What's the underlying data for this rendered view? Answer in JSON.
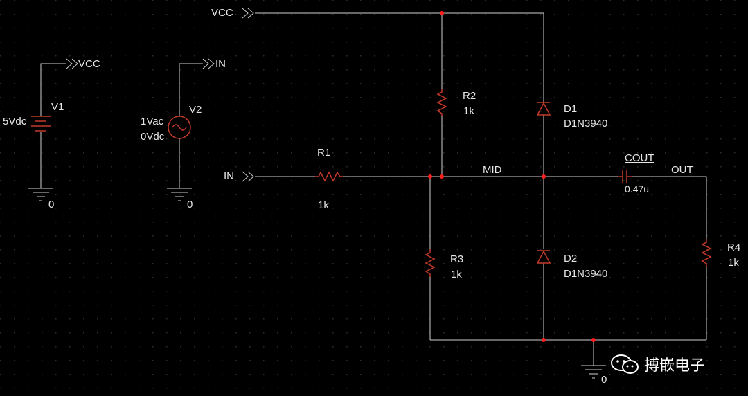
{
  "colors": {
    "background": "#000000",
    "wire": "#cfcfcf",
    "component": "#c43a2a",
    "node": "#ff2020",
    "text": "#e6e6e6",
    "grid": "#2a2a2a"
  },
  "ports": {
    "vcc_top": "VCC",
    "in_main": "IN",
    "v1_out": "VCC",
    "v2_out": "IN",
    "gnd_label": "0"
  },
  "components": {
    "v1": {
      "ref": "V1",
      "value": "5Vdc"
    },
    "v2": {
      "ref": "V2",
      "value1": "1Vac",
      "value2": "0Vdc"
    },
    "r1": {
      "ref": "R1",
      "value": "1k"
    },
    "r2": {
      "ref": "R2",
      "value": "1k"
    },
    "r3": {
      "ref": "R3",
      "value": "1k"
    },
    "r4": {
      "ref": "R4",
      "value": "1k"
    },
    "d1": {
      "ref": "D1",
      "model": "D1N3940"
    },
    "d2": {
      "ref": "D2",
      "model": "D1N3940"
    },
    "cout": {
      "ref": "COUT",
      "value": "0.47u"
    }
  },
  "nets": {
    "mid": "MID",
    "out": "OUT"
  },
  "watermark": {
    "icon": "wechat-icon",
    "text": "搏嵌电子"
  }
}
